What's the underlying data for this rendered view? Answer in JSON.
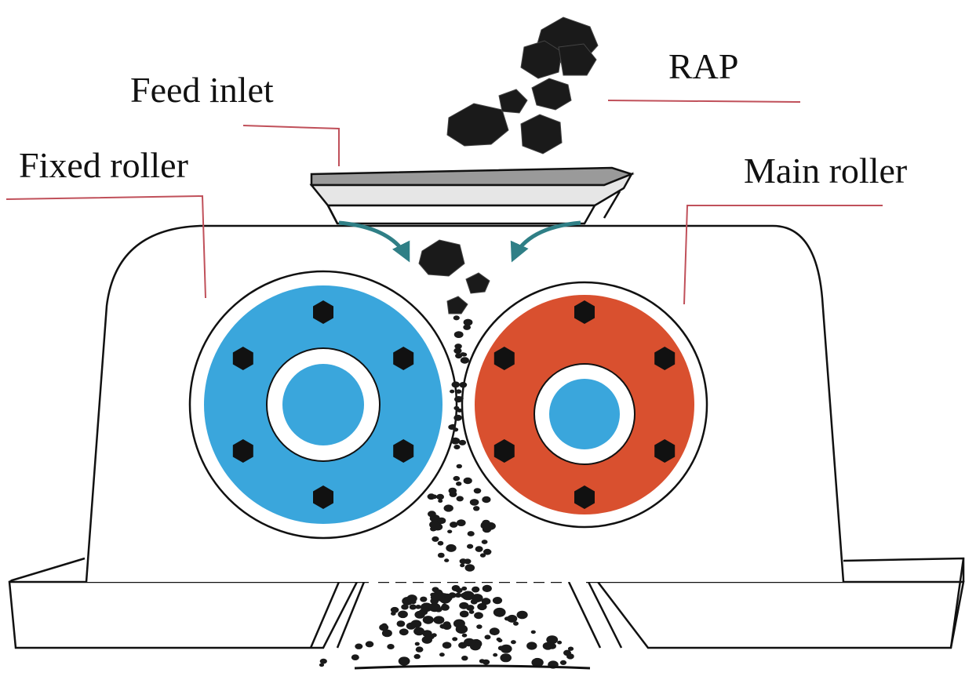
{
  "labels": {
    "rap": "RAP",
    "feed_inlet": "Feed inlet",
    "fixed_roller": "Fixed roller",
    "main_roller": "Main roller"
  },
  "colors": {
    "fixed_roller": "#3aa6dc",
    "main_roller": "#d9502f",
    "hub": "#3aa6dc",
    "leader_line": "#c0505a",
    "arrow": "#2f7f86",
    "outline": "#111111",
    "material": "#1a1a1a"
  },
  "icons": {
    "bolt": "hexagon-bolt",
    "flow": "curved-arrow"
  }
}
